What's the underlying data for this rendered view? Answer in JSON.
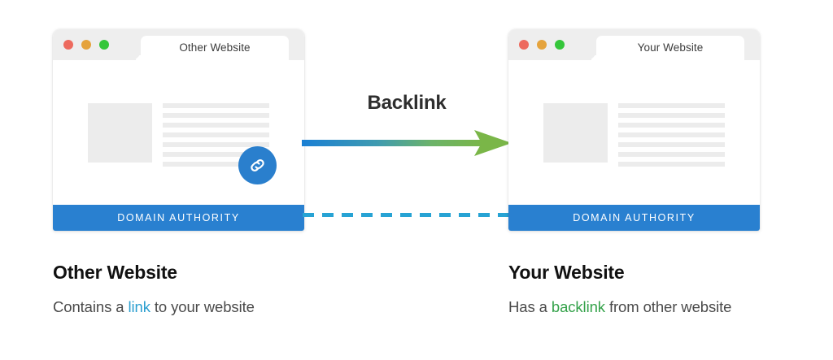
{
  "theme": {
    "chrome_gray": "#eeeeee",
    "placeholder_gray": "#ececec",
    "da_bar_blue": "#2980d0",
    "link_badge_blue": "#2a7fcd",
    "dash_blue": "#27a3d4",
    "arrow_gradient_start": "#1a7fd4",
    "arrow_gradient_end": "#7ab648",
    "link_text_color": "#2b9fd0",
    "backlink_text_color": "#34a24a",
    "dot_red": "#ed6a5e",
    "dot_yellow": "#e5a33c",
    "dot_green": "#35c63a"
  },
  "windows": [
    {
      "id": "other-website",
      "tab_label": "Other Website",
      "traffic_lights": [
        "red",
        "yellow",
        "green"
      ],
      "content_lines": 7,
      "has_link_badge": true,
      "link_icon": "chain-link-icon",
      "footer_label": "DOMAIN AUTHORITY"
    },
    {
      "id": "your-website",
      "tab_label": "Your Website",
      "traffic_lights": [
        "red",
        "yellow",
        "green"
      ],
      "content_lines": 7,
      "has_link_badge": false,
      "link_icon": null,
      "footer_label": "DOMAIN AUTHORITY"
    }
  ],
  "connector": {
    "label": "Backlink",
    "arrow_icon": "right-arrow-icon",
    "dashed_divider_icon": "dashed-line-icon"
  },
  "captions": [
    {
      "title": "Other Website",
      "text_before": "Contains a ",
      "highlight": "link",
      "text_after": " to your website"
    },
    {
      "title": "Your Website",
      "text_before": "Has a ",
      "highlight": "backlink",
      "text_after": " from other website"
    }
  ]
}
